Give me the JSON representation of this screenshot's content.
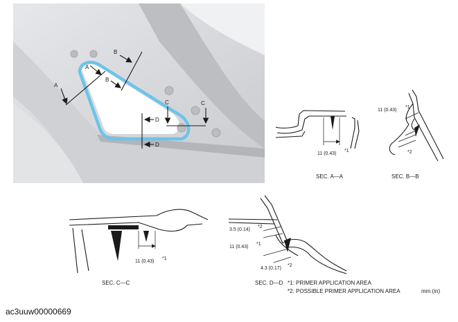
{
  "callouts": {
    "a": "A",
    "b": "B",
    "c": "C",
    "d": "D"
  },
  "sections": {
    "aa": {
      "caption": "SEC. A—A",
      "dim": "11 (0.43)",
      "sup": "*1"
    },
    "bb": {
      "caption": "SEC. B—B",
      "dim1": "11 (0.43)",
      "sup1": "*1",
      "sup2": "*2"
    },
    "cc": {
      "caption": "SEC. C—C",
      "dim": "11 (0.43)",
      "sup": "*1"
    },
    "dd": {
      "caption": "SEC. D—D",
      "dim1": "3.5 (0.14)",
      "sup1": "*2",
      "dim2": "11 (0.43)",
      "sup2": "*1",
      "dim3": "4.3 (0.17)",
      "sup3": "*2"
    }
  },
  "notes": {
    "n1": "*1:  PRIMER APPLICATION AREA",
    "n2": "*2:  POSSIBLE PRIMER APPLICATION AREA",
    "units": "mm (in)"
  },
  "doc_id": "ac3uuw00000669",
  "colors": {
    "primer_bead": "#6cc4ea",
    "panel": "#dcdde0"
  }
}
